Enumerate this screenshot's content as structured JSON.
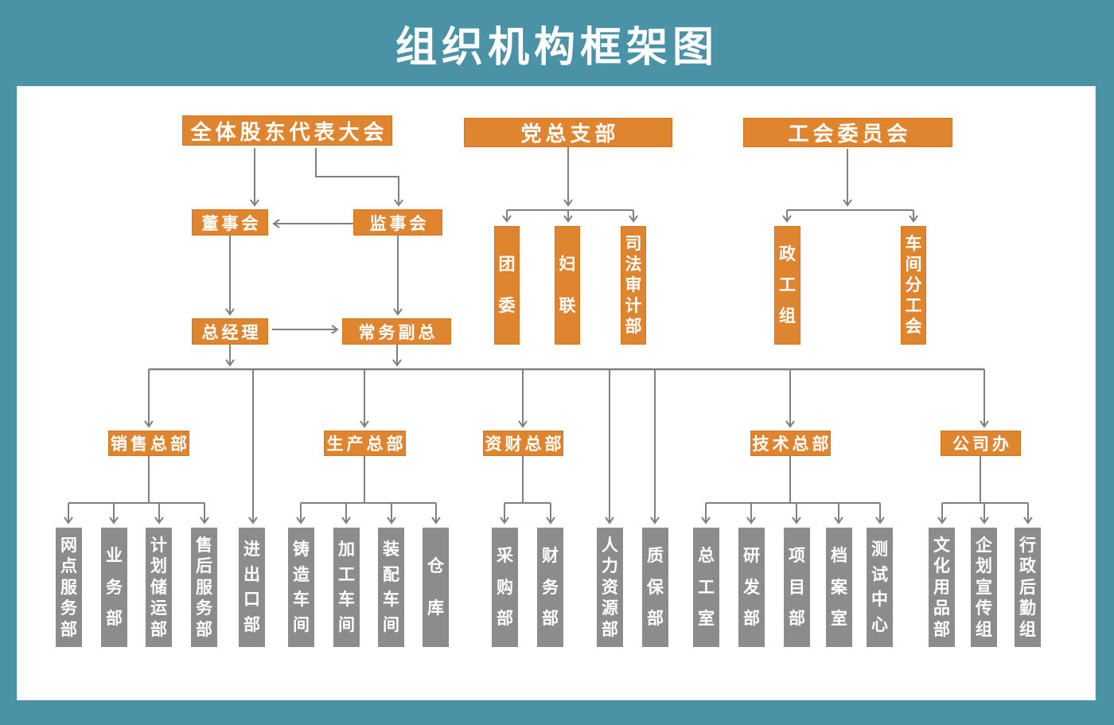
{
  "title": "组织机构框架图",
  "colors": {
    "background": "#4A92A5",
    "panel": "#FFFFFF",
    "node_orange": "#DF8530",
    "node_orange_border": "#D0791F",
    "node_gray": "#8C8C8C",
    "line": "#808080",
    "text": "#FFFFFF"
  },
  "nodes": [
    {
      "id": "shareholders-meeting",
      "label": "全体股东代表大会",
      "kind": "orange-h",
      "parent": null
    },
    {
      "id": "party-branch",
      "label": "党总支部",
      "kind": "orange-h",
      "parent": null
    },
    {
      "id": "union-committee",
      "label": "工会委员会",
      "kind": "orange-h",
      "parent": null
    },
    {
      "id": "board-of-directors",
      "label": "董事会",
      "kind": "orange-h",
      "parent": "shareholders-meeting"
    },
    {
      "id": "board-of-supervisors",
      "label": "监事会",
      "kind": "orange-h",
      "parent": "shareholders-meeting"
    },
    {
      "id": "general-manager",
      "label": "总经理",
      "kind": "orange-h",
      "parent": "board-of-directors"
    },
    {
      "id": "executive-deputy-gm",
      "label": "常务副总",
      "kind": "orange-h",
      "parent": "board-of-supervisors"
    },
    {
      "id": "youth-league",
      "label": "团委",
      "kind": "orange-v",
      "parent": "party-branch"
    },
    {
      "id": "womens-federation",
      "label": "妇联",
      "kind": "orange-v",
      "parent": "party-branch"
    },
    {
      "id": "judicial-audit-dept",
      "label": "司法审计部",
      "kind": "orange-v",
      "parent": "party-branch"
    },
    {
      "id": "political-work-group",
      "label": "政工组",
      "kind": "orange-v",
      "parent": "union-committee"
    },
    {
      "id": "workshop-sub-union",
      "label": "车间分工会",
      "kind": "orange-v",
      "parent": "union-committee"
    },
    {
      "id": "sales-hq",
      "label": "销售总部",
      "kind": "orange-h",
      "parent": "general-manager"
    },
    {
      "id": "production-hq",
      "label": "生产总部",
      "kind": "orange-h",
      "parent": "general-manager"
    },
    {
      "id": "finance-hq",
      "label": "资财总部",
      "kind": "orange-h",
      "parent": "general-manager"
    },
    {
      "id": "technology-hq",
      "label": "技术总部",
      "kind": "orange-h",
      "parent": "general-manager"
    },
    {
      "id": "company-office",
      "label": "公司办",
      "kind": "orange-h",
      "parent": "general-manager"
    },
    {
      "id": "network-service-dept",
      "label": "网点服务部",
      "kind": "gray-v",
      "parent": "sales-hq"
    },
    {
      "id": "business-dept",
      "label": "业务部",
      "kind": "gray-v",
      "parent": "sales-hq"
    },
    {
      "id": "planning-storage-dept",
      "label": "计划储运部",
      "kind": "gray-v",
      "parent": "sales-hq"
    },
    {
      "id": "after-sales-dept",
      "label": "售后服务部",
      "kind": "gray-v",
      "parent": "sales-hq"
    },
    {
      "id": "import-export-dept",
      "label": "进出口部",
      "kind": "gray-v",
      "parent": "general-manager"
    },
    {
      "id": "casting-workshop",
      "label": "铸造车间",
      "kind": "gray-v",
      "parent": "production-hq"
    },
    {
      "id": "machining-workshop",
      "label": "加工车间",
      "kind": "gray-v",
      "parent": "production-hq"
    },
    {
      "id": "assembly-workshop",
      "label": "装配车间",
      "kind": "gray-v",
      "parent": "production-hq"
    },
    {
      "id": "warehouse",
      "label": "仓库",
      "kind": "gray-v",
      "parent": "production-hq"
    },
    {
      "id": "purchasing-dept",
      "label": "采购部",
      "kind": "gray-v",
      "parent": "finance-hq"
    },
    {
      "id": "finance-dept",
      "label": "财务部",
      "kind": "gray-v",
      "parent": "finance-hq"
    },
    {
      "id": "hr-dept",
      "label": "人力资源部",
      "kind": "gray-v",
      "parent": "general-manager"
    },
    {
      "id": "qa-dept",
      "label": "质保部",
      "kind": "gray-v",
      "parent": "general-manager"
    },
    {
      "id": "chief-engineer-office",
      "label": "总工室",
      "kind": "gray-v",
      "parent": "technology-hq"
    },
    {
      "id": "rd-dept",
      "label": "研发部",
      "kind": "gray-v",
      "parent": "technology-hq"
    },
    {
      "id": "project-dept",
      "label": "项目部",
      "kind": "gray-v",
      "parent": "technology-hq"
    },
    {
      "id": "archives-room",
      "label": "档案室",
      "kind": "gray-v",
      "parent": "technology-hq"
    },
    {
      "id": "testing-center",
      "label": "测试中心",
      "kind": "gray-v",
      "parent": "technology-hq"
    },
    {
      "id": "cultural-goods-dept",
      "label": "文化用品部",
      "kind": "gray-v",
      "parent": "company-office"
    },
    {
      "id": "planning-publicity-group",
      "label": "企划宣传组",
      "kind": "gray-v",
      "parent": "company-office"
    },
    {
      "id": "admin-logistics-group",
      "label": "行政后勤组",
      "kind": "gray-v",
      "parent": "company-office"
    }
  ]
}
